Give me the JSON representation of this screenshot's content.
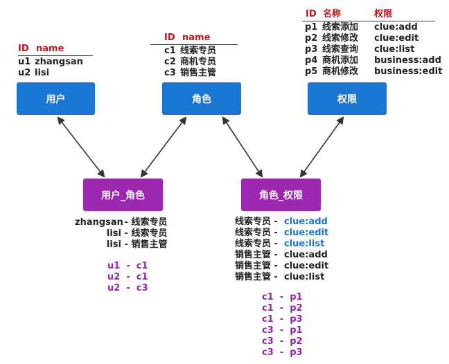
{
  "user_table": {
    "headers": [
      "ID",
      "name"
    ],
    "rows": [
      [
        "u1",
        "zhangsan"
      ],
      [
        "u2",
        "lisi"
      ]
    ]
  },
  "role_table": {
    "headers": [
      "ID",
      "name"
    ],
    "rows": [
      [
        "c1",
        "线索专员"
      ],
      [
        "c2",
        "商机专员"
      ],
      [
        "c3",
        "销售主管"
      ]
    ]
  },
  "perm_table": {
    "headers": [
      "ID",
      "名称",
      "权限"
    ],
    "rows": [
      [
        "p1",
        "线索添加",
        "clue:add"
      ],
      [
        "p2",
        "线索修改",
        "clue:edit"
      ],
      [
        "p3",
        "线索查询",
        "clue:list"
      ],
      [
        "p4",
        "商机添加",
        "business:add"
      ],
      [
        "p5",
        "商机修改",
        "business:edit"
      ]
    ]
  },
  "boxes": {
    "user": "用户",
    "role": "角色",
    "perm": "权限",
    "user_role": "用户_角色",
    "role_perm": "角色_权限"
  },
  "user_role_names": [
    {
      "left": "zhangsan",
      "sep": " - ",
      "right": "线索专员"
    },
    {
      "left": "lisi",
      "sep": " - ",
      "right": "线索专员"
    },
    {
      "left": "lisi",
      "sep": " - ",
      "right": "销售主管"
    }
  ],
  "user_role_ids": [
    "u1  -  c1",
    "u2  -  c1",
    "u2  -  c3"
  ],
  "role_perm_names": [
    {
      "left": "线索专员",
      "sep": " -  ",
      "right": "clue:add",
      "color": "#1a73c8"
    },
    {
      "left": "线索专员",
      "sep": " -  ",
      "right": "clue:edit",
      "color": "#1a73c8"
    },
    {
      "left": "线索专员",
      "sep": " -  ",
      "right": "clue:list",
      "color": "#1a73c8"
    },
    {
      "left": "销售主管",
      "sep": " -  ",
      "right": "clue:add",
      "color": "#222222"
    },
    {
      "left": "销售主管",
      "sep": " -  ",
      "right": "clue:edit",
      "color": "#222222"
    },
    {
      "left": "销售主管",
      "sep": " -  ",
      "right": "clue:list",
      "color": "#222222"
    }
  ],
  "role_perm_ids": [
    "c1  -  p1",
    "c1  -  p2",
    "c1  -  p3",
    "c3  -  p1",
    "c3  -  p2",
    "c3  -  p3"
  ],
  "colors": {
    "header_red": "#c0141c",
    "box_blue": "#1976d2",
    "box_purple": "#9c27b0",
    "id_purple": "#8e24aa",
    "value_blue": "#1a73c8"
  }
}
